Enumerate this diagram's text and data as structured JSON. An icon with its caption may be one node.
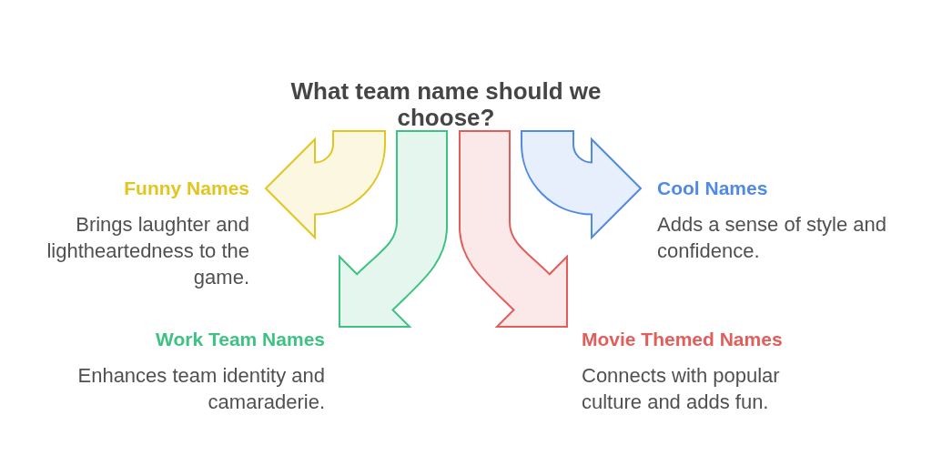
{
  "diagram": {
    "nodes": [
      {
        "text": [
          "What team name should we choose?"
        ]
      },
      {
        "text": [
          "Funny Names",
          "Brings laughter and lightheartedness to the game."
        ]
      },
      {
        "text": [
          "Cool Names",
          "Adds a sense of style and confidence."
        ]
      },
      {
        "text": [
          "Work Team Names",
          "Enhances team identity and camaraderie."
        ]
      },
      {
        "text": [
          "Movie Themed Names",
          "Connects with popular culture and adds fun."
        ]
      }
    ],
    "edges": [
      {
        "from": 0,
        "to": 1,
        "arrow": "to",
        "color": "#e3c51f"
      },
      {
        "from": 0,
        "to": 2,
        "arrow": "to",
        "color": "#4f8ae3"
      },
      {
        "from": 0,
        "to": 3,
        "arrow": "to",
        "color": "#3ec283"
      },
      {
        "from": 0,
        "to": 4,
        "arrow": "to",
        "color": "#e35d5a"
      }
    ]
  }
}
